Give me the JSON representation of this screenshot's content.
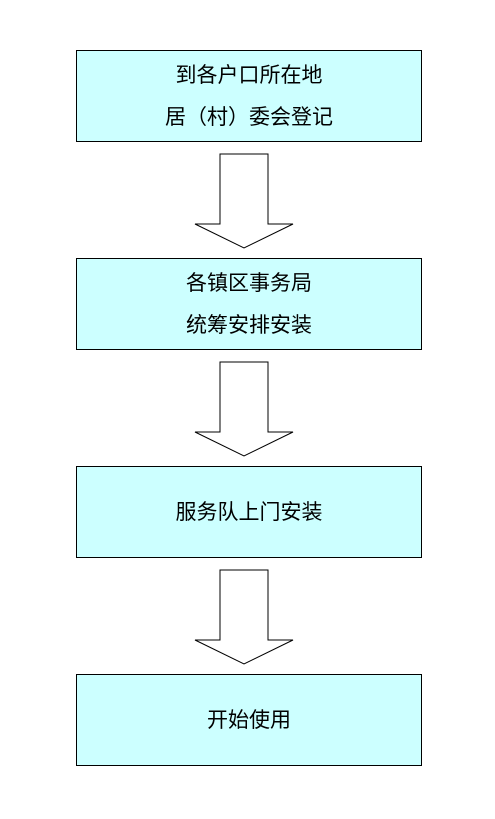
{
  "colors": {
    "box_fill": "#ccffff",
    "border": "#000000",
    "arrow_fill": "#ffffff",
    "text": "#000000"
  },
  "flowchart": {
    "steps": [
      {
        "lines": [
          "到各户口所在地",
          "居（村）委会登记"
        ]
      },
      {
        "lines": [
          "各镇区事务局",
          "统筹安排安装"
        ]
      },
      {
        "lines": [
          "服务队上门安装"
        ]
      },
      {
        "lines": [
          "开始使用"
        ]
      }
    ],
    "connector_icon": "down-arrow-icon"
  }
}
